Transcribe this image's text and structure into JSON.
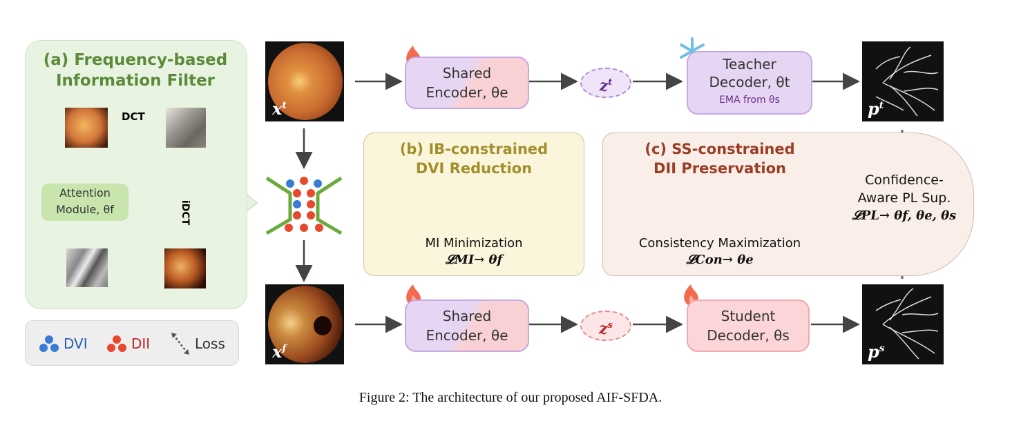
{
  "panel_a": {
    "title": "(a) Frequency-based Information Filter",
    "dct_label": "DCT",
    "idct_label": "iDCT",
    "attention_label": "Attention Module, θf"
  },
  "legend": {
    "dvi": "DVI",
    "dii": "DII",
    "loss": "Loss"
  },
  "images": {
    "xt_label": "x",
    "xt_sup": "t",
    "xf_label": "x",
    "xf_sup": "f",
    "pt_label": "p",
    "pt_sup": "t",
    "ps_label": "p",
    "ps_sup": "s"
  },
  "top_row": {
    "encoder_line1": "Shared",
    "encoder_line2": "Encoder, θe",
    "z": "z",
    "z_sup": "t",
    "teacher_line1": "Teacher",
    "teacher_line2": "Decoder, θt",
    "teacher_line3": "EMA from θs"
  },
  "bottom_row": {
    "encoder_line1": "Shared",
    "encoder_line2": "Encoder, θe",
    "z": "z",
    "z_sup": "s",
    "student_line1": "Student",
    "student_line2": "Decoder, θs"
  },
  "panel_b": {
    "title_line1": "(b) IB-constrained",
    "title_line2": "DVI Reduction",
    "caption": "MI Minimization",
    "loss": "𝓛MI→ θf"
  },
  "panel_c": {
    "title_line1": "(c) SS-constrained",
    "title_line2": "DII Preservation",
    "caption": "Consistency Maximization",
    "loss": "𝓛Con→ θe",
    "side_line1": "Confidence-",
    "side_line2": "Aware PL Sup.",
    "side_loss": "𝓛PL→ θf, θe, θs"
  },
  "colors": {
    "dvi_blue": "#3a7bd5",
    "dii_red": "#e8492e",
    "panel_a_green": "#5a8a3a",
    "title_b_gold": "#a08f2a",
    "title_c_brown": "#9b3d25",
    "teacher_purple": "#6a2f8a",
    "student_red": "#c0262a"
  },
  "figure_caption": "Figure 2: The architecture of our proposed AIF-SFDA."
}
